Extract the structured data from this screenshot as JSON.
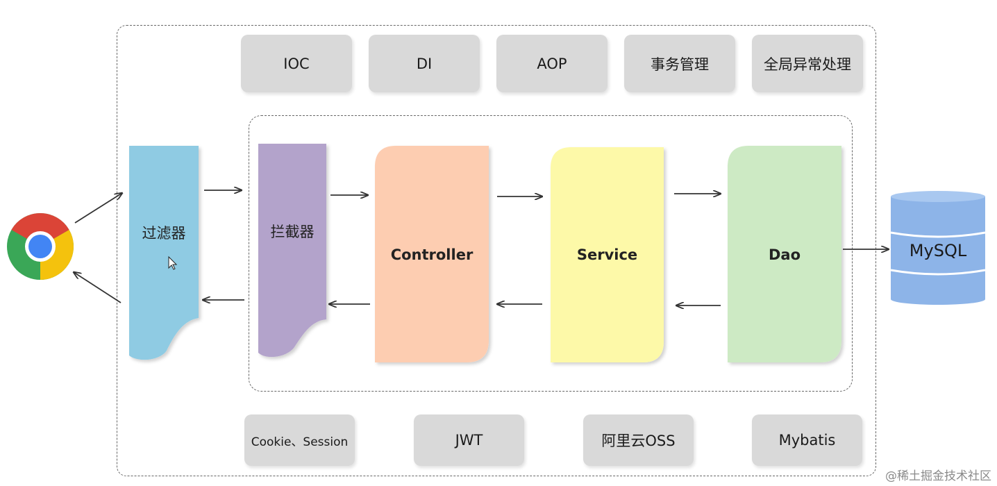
{
  "top_services": [
    {
      "label": "IOC"
    },
    {
      "label": "DI"
    },
    {
      "label": "AOP"
    },
    {
      "label": "事务管理"
    },
    {
      "label": "全局异常处理"
    }
  ],
  "pipeline": {
    "filter": {
      "label": "过滤器",
      "color": "#8fcbe3"
    },
    "interceptor": {
      "label": "拦截器",
      "color": "#b3a3cb"
    },
    "controller": {
      "label": "Controller",
      "color": "#fdcdb1"
    },
    "service": {
      "label": "Service",
      "color": "#fdf9a8"
    },
    "dao": {
      "label": "Dao",
      "color": "#cdeac4"
    }
  },
  "database": {
    "label": "MySQL",
    "color": "#8db4e8"
  },
  "bottom_tools": [
    {
      "label": "Cookie、Session"
    },
    {
      "label": "JWT"
    },
    {
      "label": "阿里云OSS"
    },
    {
      "label": "Mybatis"
    }
  ],
  "watermark": "@稀土掘金技术社区",
  "icons": {
    "browser": "chrome-icon",
    "cursor": "cursor-icon"
  }
}
